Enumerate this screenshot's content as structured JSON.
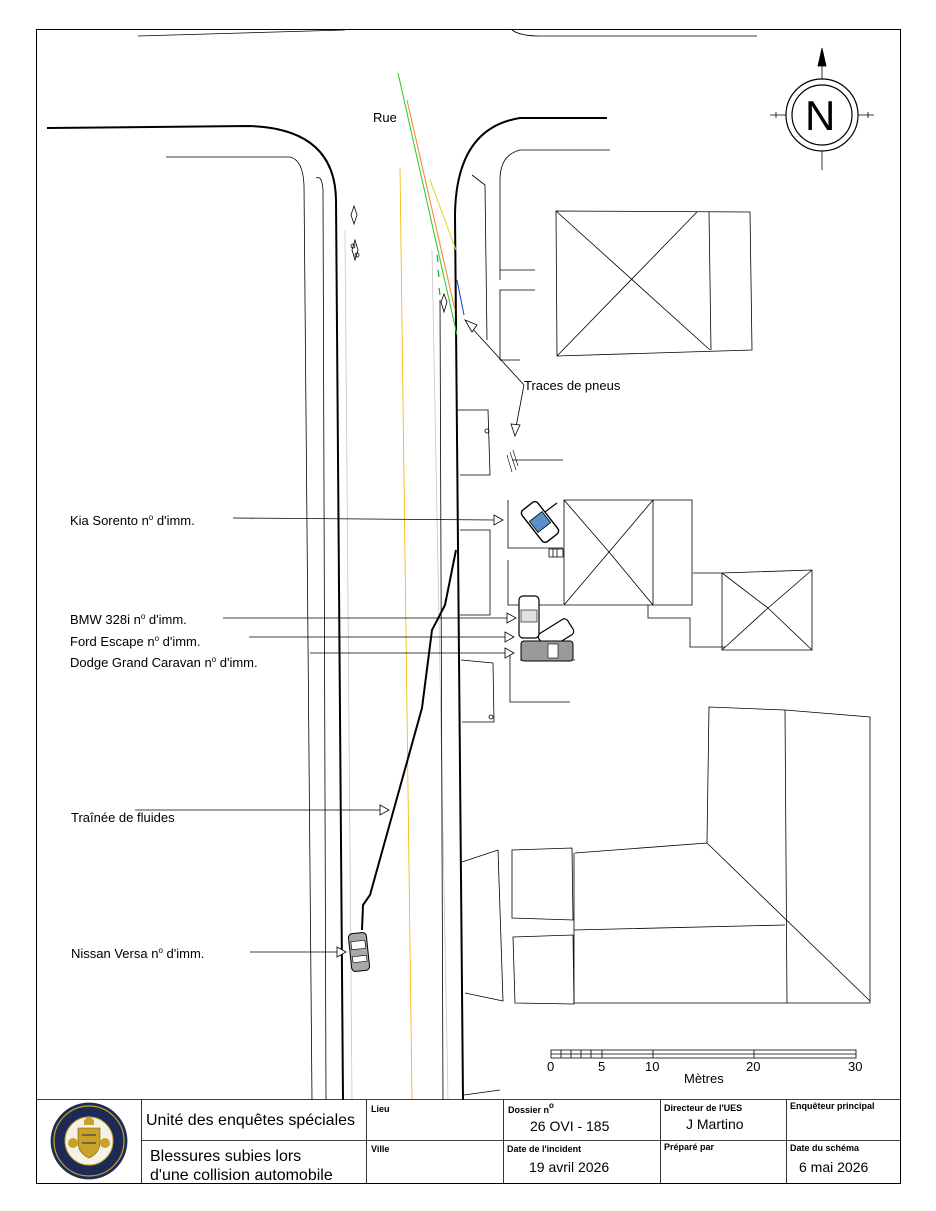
{
  "labels": {
    "street": "Rue",
    "tire_marks": "Traces de pneus",
    "fluid_trail": "Traînée de fluides"
  },
  "vehicles": [
    {
      "name": "Kia Sorento",
      "reg_prefix": "n",
      "reg_sup": "o",
      "reg_suffix": " d'imm."
    },
    {
      "name": "BMW 328i",
      "reg_prefix": "n",
      "reg_sup": "o",
      "reg_suffix": " d'imm."
    },
    {
      "name": "Ford Escape",
      "reg_prefix": "n",
      "reg_sup": "o",
      "reg_suffix": " d'imm."
    },
    {
      "name": "Dodge Grand Caravan",
      "reg_prefix": "n",
      "reg_sup": "o",
      "reg_suffix": " d'imm."
    },
    {
      "name": "Nissan Versa",
      "reg_prefix": "n",
      "reg_sup": "o",
      "reg_suffix": " d'imm."
    }
  ],
  "compass": {
    "letter": "N"
  },
  "scale": {
    "ticks": [
      "0",
      "5",
      "10",
      "20",
      "30"
    ],
    "unit": "Mètres"
  },
  "title_block": {
    "org": "Unité des enquêtes spéciales",
    "title_line1": "Blessures subies lors",
    "title_line2": "d'une collision automobile",
    "lieu_label": "Lieu",
    "lieu_value": "",
    "ville_label": "Ville",
    "ville_value": "",
    "dossier_label": "Dossier n",
    "dossier_sup": "o",
    "dossier_value": "26 OVI - 185",
    "incident_date_label": "Date de l'incident",
    "incident_date_value": "19 avril 2026",
    "director_label": "Directeur de l'UES",
    "director_value": "J Martino",
    "prepared_label": "Préparé par",
    "prepared_value": "",
    "investigator_label": "Enquêteur principal",
    "investigator_value": "",
    "schema_date_label": "Date du schéma",
    "schema_date_value": "6 mai 2026"
  },
  "colors": {
    "green_mark": "#22cc22",
    "orange_mark": "#ff7a33",
    "yellow_mark": "#e6d21a",
    "blue_mark": "#2233cc",
    "amber_line": "#f5b400",
    "vehicle_grey": "#9a9a9a",
    "vehicle_blue": "#5b8fc9",
    "seal_navy": "#1c2a55",
    "seal_gold": "#c9a227"
  }
}
